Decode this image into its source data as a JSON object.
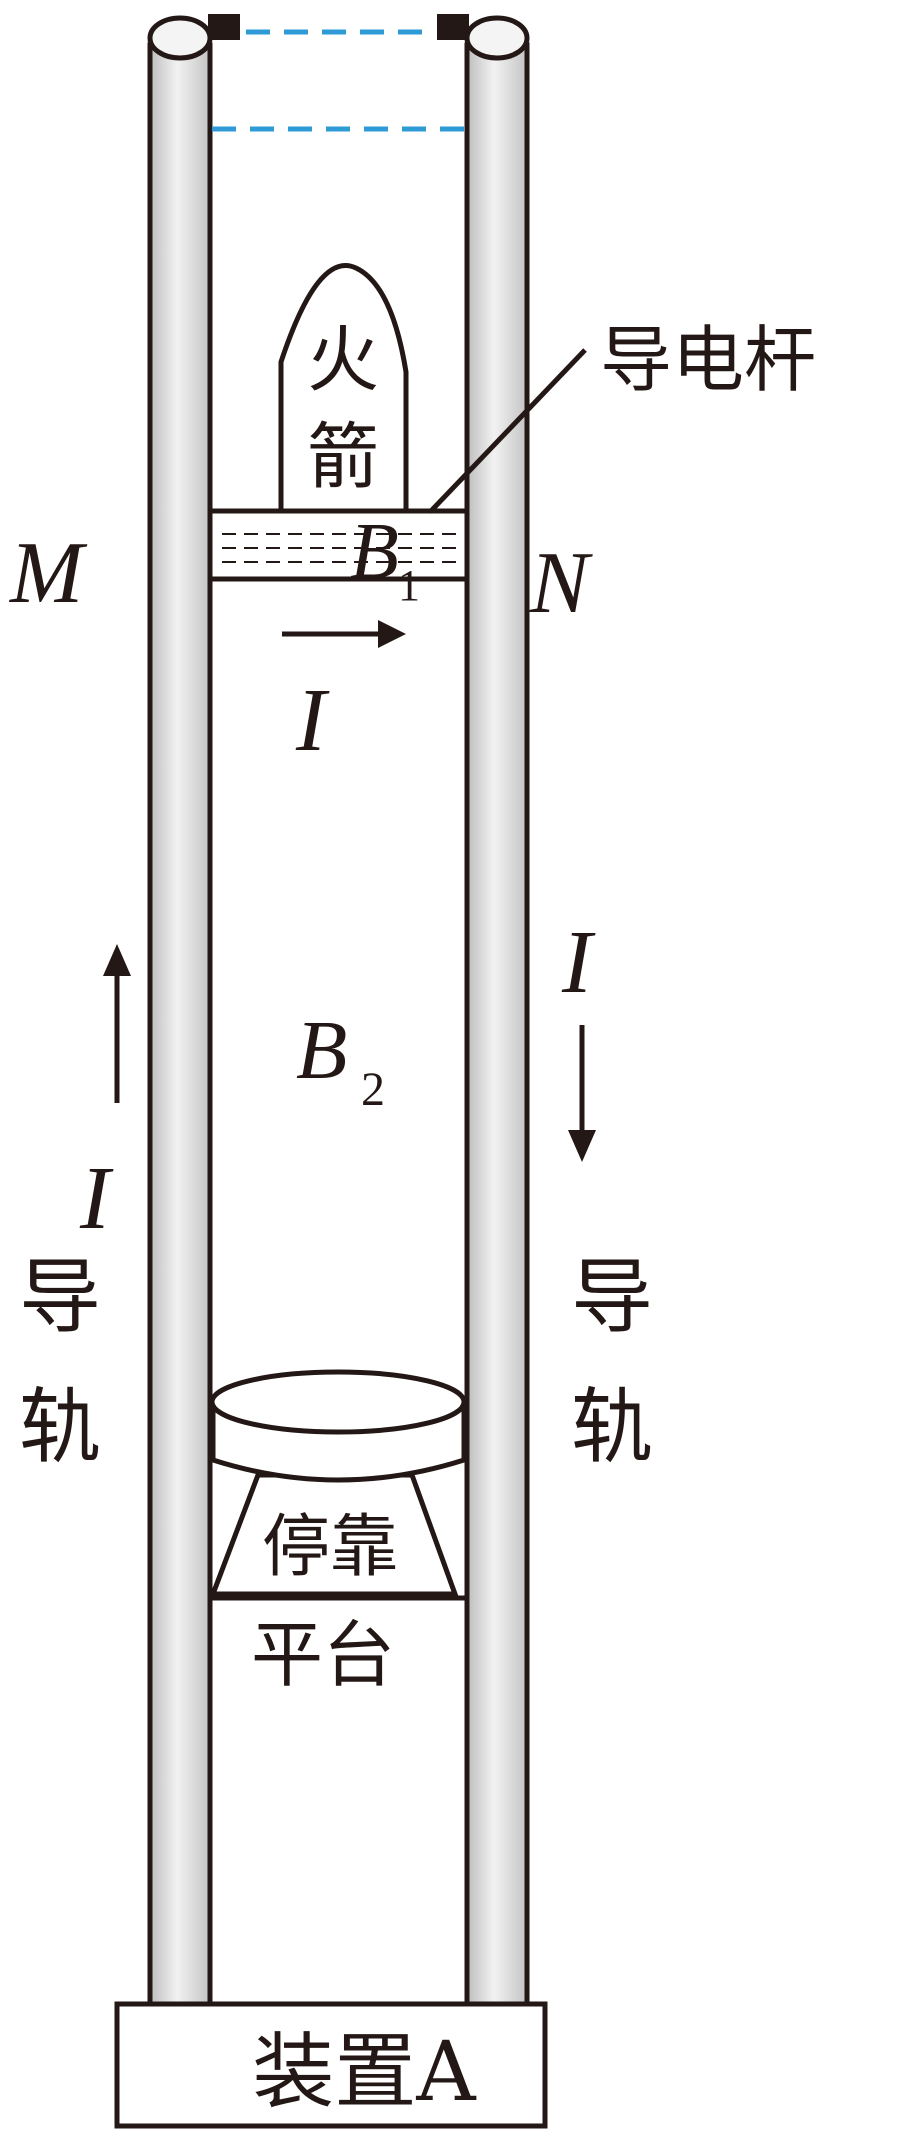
{
  "labels": {
    "rocket": [
      "火",
      "箭"
    ],
    "conductor_rod": "导电杆",
    "left_end": "M",
    "right_end": "N",
    "field_rod": "B",
    "field_rod_sub": "1",
    "field_track": "B",
    "field_track_sub": "2",
    "current": "I",
    "rail_left": [
      "导",
      "轨"
    ],
    "rail_right": [
      "导",
      "轨"
    ],
    "platform": [
      "停靠",
      "平台"
    ],
    "device": "装置A"
  },
  "colors": {
    "stroke": "#231815",
    "rail_fill": "#d4d4d4",
    "rail_highlight": "#f2f2f2",
    "dashed_line": "#2e9bd6",
    "background": "#ffffff"
  }
}
